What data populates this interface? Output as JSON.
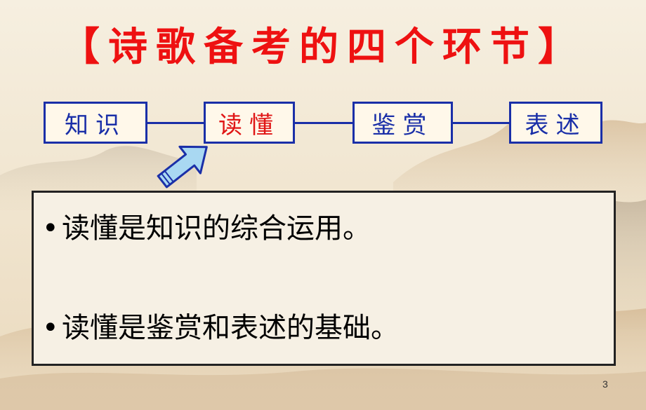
{
  "slide": {
    "title": "【诗歌备考的四个环节】",
    "page_number": "3"
  },
  "flow": {
    "steps": [
      {
        "label": "知识",
        "color": "#1a2fa8"
      },
      {
        "label": "读懂",
        "color": "#e01515"
      },
      {
        "label": "鉴赏",
        "color": "#1a2fa8"
      },
      {
        "label": "表述",
        "color": "#1a2fa8"
      }
    ],
    "pointer_target": "读懂"
  },
  "content": {
    "bullet_symbol": "•",
    "bullets": [
      "读懂是知识的综合运用。",
      "读懂是鉴赏和表述的基础。"
    ]
  },
  "colors": {
    "title": "#ee1111",
    "box_border": "#1a2fa8",
    "highlight": "#e01515",
    "arrow_fill": "#a9d8f2"
  }
}
